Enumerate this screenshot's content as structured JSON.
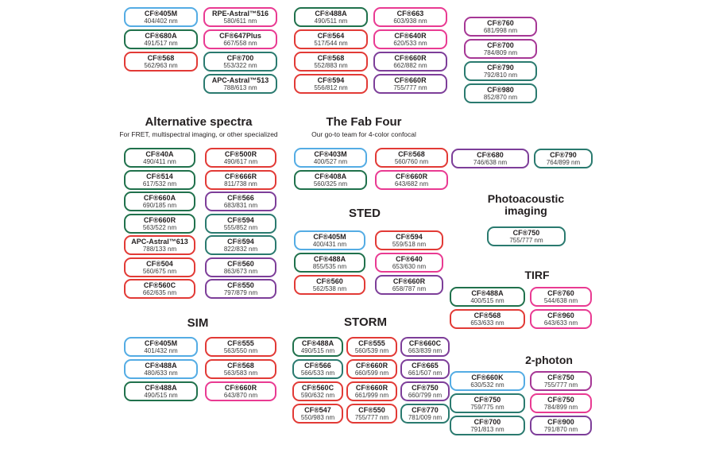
{
  "palette": {
    "blue": "#54ACE4",
    "green": "#20714C",
    "teal": "#2A7A6F",
    "red": "#E23A36",
    "pink": "#E93A92",
    "purple": "#7D3E99",
    "magenta": "#A63795"
  },
  "top": {
    "columns": [
      [
        {
          "name": "CF®405M",
          "nm": "404/402 nm",
          "color": "blue"
        },
        {
          "name": "CF®680A",
          "nm": "491/517 nm",
          "color": "green"
        },
        {
          "name": "CF®568",
          "nm": "562/963 nm",
          "color": "red"
        }
      ],
      [
        {
          "name": "RPE-Astral™516",
          "nm": "580/611 nm",
          "color": "pink"
        },
        {
          "name": "CF®647Plus",
          "nm": "667/558 nm",
          "color": "pink"
        },
        {
          "name": "CF®700",
          "nm": "553/322 nm",
          "color": "teal"
        },
        {
          "name": "APC-Astral™513",
          "nm": "788/613 nm",
          "color": "teal"
        }
      ],
      [
        {
          "name": "CF®488A",
          "nm": "490/511 nm",
          "color": "green"
        },
        {
          "name": "CF®564",
          "nm": "517/544 nm",
          "color": "red"
        },
        {
          "name": "CF®568",
          "nm": "552/883 nm",
          "color": "red"
        },
        {
          "name": "CF®594",
          "nm": "556/812 nm",
          "color": "red"
        }
      ],
      [
        {
          "name": "CF®663",
          "nm": "603/938 nm",
          "color": "pink"
        },
        {
          "name": "CF®640R",
          "nm": "620/533 nm",
          "color": "pink"
        },
        {
          "name": "CF®660R",
          "nm": "662/882 nm",
          "color": "purple"
        },
        {
          "name": "CF®660R",
          "nm": "755/777 nm",
          "color": "purple"
        }
      ],
      [
        {
          "name": "CF®760",
          "nm": "681/998 nm",
          "color": "magenta"
        },
        {
          "name": "CF®700",
          "nm": "784/809 nm",
          "color": "magenta"
        },
        {
          "name": "CF®790",
          "nm": "792/810 nm",
          "color": "teal"
        },
        {
          "name": "CF®980",
          "nm": "852/870 nm",
          "color": "teal"
        }
      ]
    ]
  },
  "sections": {
    "alternative": {
      "title": "Alternative spectra",
      "subtitle": "For FRET, multispectral imaging, or other specialized",
      "badges": [
        {
          "name": "CF®40A",
          "nm": "490/411 nm",
          "color": "green"
        },
        {
          "name": "CF®500R",
          "nm": "490/617 nm",
          "color": "red"
        },
        {
          "name": "CF®514",
          "nm": "617/532 nm",
          "color": "green"
        },
        {
          "name": "CF®666R",
          "nm": "811/738 nm",
          "color": "red"
        },
        {
          "name": "CF®660A",
          "nm": "690/185 nm",
          "color": "green"
        },
        {
          "name": "CF®566",
          "nm": "683/831 nm",
          "color": "purple"
        },
        {
          "name": "CF®660R",
          "nm": "563/522 nm",
          "color": "green"
        },
        {
          "name": "CF®594",
          "nm": "555/852 nm",
          "color": "teal"
        },
        {
          "name": "APC-Astral™613",
          "nm": "788/133 nm",
          "color": "red"
        },
        {
          "name": "CF®594",
          "nm": "822/832 nm",
          "color": "teal"
        },
        {
          "name": "CF®504",
          "nm": "560/675 nm",
          "color": "red"
        },
        {
          "name": "CF®560",
          "nm": "863/673 nm",
          "color": "purple"
        },
        {
          "name": "CF®560C",
          "nm": "662/635 nm",
          "color": "red"
        },
        {
          "name": "CF®550",
          "nm": "797/879 nm",
          "color": "purple"
        }
      ]
    },
    "fab_four": {
      "title": "The Fab Four",
      "subtitle": "Our go-to team for 4-color confocal",
      "badges": [
        {
          "name": "CF®403M",
          "nm": "400/527 nm",
          "color": "blue"
        },
        {
          "name": "CF®568",
          "nm": "560/760 nm",
          "color": "red"
        },
        {
          "name": "CF®408A",
          "nm": "560/325 nm",
          "color": "green"
        },
        {
          "name": "CF®660R",
          "nm": "643/682 nm",
          "color": "pink"
        }
      ]
    },
    "sted": {
      "title": "STED",
      "badges": [
        {
          "name": "CF®405M",
          "nm": "400/431 nm",
          "color": "blue"
        },
        {
          "name": "CF®594",
          "nm": "559/518 nm",
          "color": "red"
        },
        {
          "name": "CF®488A",
          "nm": "855/535 nm",
          "color": "green"
        },
        {
          "name": "CF®640",
          "nm": "653/630 nm",
          "color": "pink"
        },
        {
          "name": "CF®560",
          "nm": "562/538 nm",
          "color": "red"
        },
        {
          "name": "CF®660R",
          "nm": "658/787 nm",
          "color": "purple"
        }
      ]
    },
    "sim": {
      "title": "SIM",
      "badges": [
        {
          "name": "CF®405M",
          "nm": "401/432 nm",
          "color": "blue"
        },
        {
          "name": "CF®555",
          "nm": "563/550 nm",
          "color": "red"
        },
        {
          "name": "CF®488A",
          "nm": "480/633 nm",
          "color": "blue"
        },
        {
          "name": "CF®568",
          "nm": "563/583 nm",
          "color": "red"
        },
        {
          "name": "CF®488A",
          "nm": "490/515 nm",
          "color": "green"
        },
        {
          "name": "CF®660R",
          "nm": "643/870 nm",
          "color": "pink"
        }
      ]
    },
    "storm": {
      "title": "STORM",
      "badges": [
        {
          "name": "CF®488A",
          "nm": "490/515 nm",
          "color": "green"
        },
        {
          "name": "CF®555",
          "nm": "560/539 nm",
          "color": "red"
        },
        {
          "name": "CF®660C",
          "nm": "663/839 nm",
          "color": "purple"
        },
        {
          "name": "CF®566",
          "nm": "566/533 nm",
          "color": "teal"
        },
        {
          "name": "CF®660R",
          "nm": "660/599 nm",
          "color": "red"
        },
        {
          "name": "CF®665",
          "nm": "661/507 nm",
          "color": "purple"
        },
        {
          "name": "CF®560C",
          "nm": "590/632 nm",
          "color": "red"
        },
        {
          "name": "CF®660R",
          "nm": "661/999 nm",
          "color": "red"
        },
        {
          "name": "CF®750",
          "nm": "660/799 nm",
          "color": "purple"
        },
        {
          "name": "CF®547",
          "nm": "550/983 nm",
          "color": "red"
        },
        {
          "name": "CF®550",
          "nm": "755/777 nm",
          "color": "red"
        },
        {
          "name": "CF®770",
          "nm": "781/009 nm",
          "color": "teal"
        }
      ]
    },
    "featured": {
      "badges": [
        {
          "name": "CF®680",
          "nm": "746/638 nm",
          "color": "purple"
        },
        {
          "name": "CF®790",
          "nm": "764/899 nm",
          "color": "teal"
        }
      ]
    },
    "photoacoustic": {
      "title": "Photoacoustic imaging",
      "badges": [
        {
          "name": "CF®750",
          "nm": "755/777 nm",
          "color": "teal"
        }
      ]
    },
    "tirf": {
      "title": "TIRF",
      "badges": [
        {
          "name": "CF®488A",
          "nm": "400/515 nm",
          "color": "green"
        },
        {
          "name": "CF®760",
          "nm": "544/638 nm",
          "color": "pink"
        },
        {
          "name": "CF®568",
          "nm": "653/633 nm",
          "color": "red"
        },
        {
          "name": "CF®960",
          "nm": "643/633 nm",
          "color": "pink"
        }
      ]
    },
    "two_photon": {
      "title": "2-photon",
      "badges": [
        {
          "name": "CF®660K",
          "nm": "630/532 nm",
          "color": "blue"
        },
        {
          "name": "CF®750",
          "nm": "755/777 nm",
          "color": "magenta"
        },
        {
          "name": "CF®750",
          "nm": "759/775 nm",
          "color": "teal"
        },
        {
          "name": "CF®750",
          "nm": "784/899 nm",
          "color": "pink"
        },
        {
          "name": "CF®700",
          "nm": "791/813 nm",
          "color": "teal"
        },
        {
          "name": "CF®900",
          "nm": "791/870 nm",
          "color": "purple"
        }
      ]
    }
  }
}
